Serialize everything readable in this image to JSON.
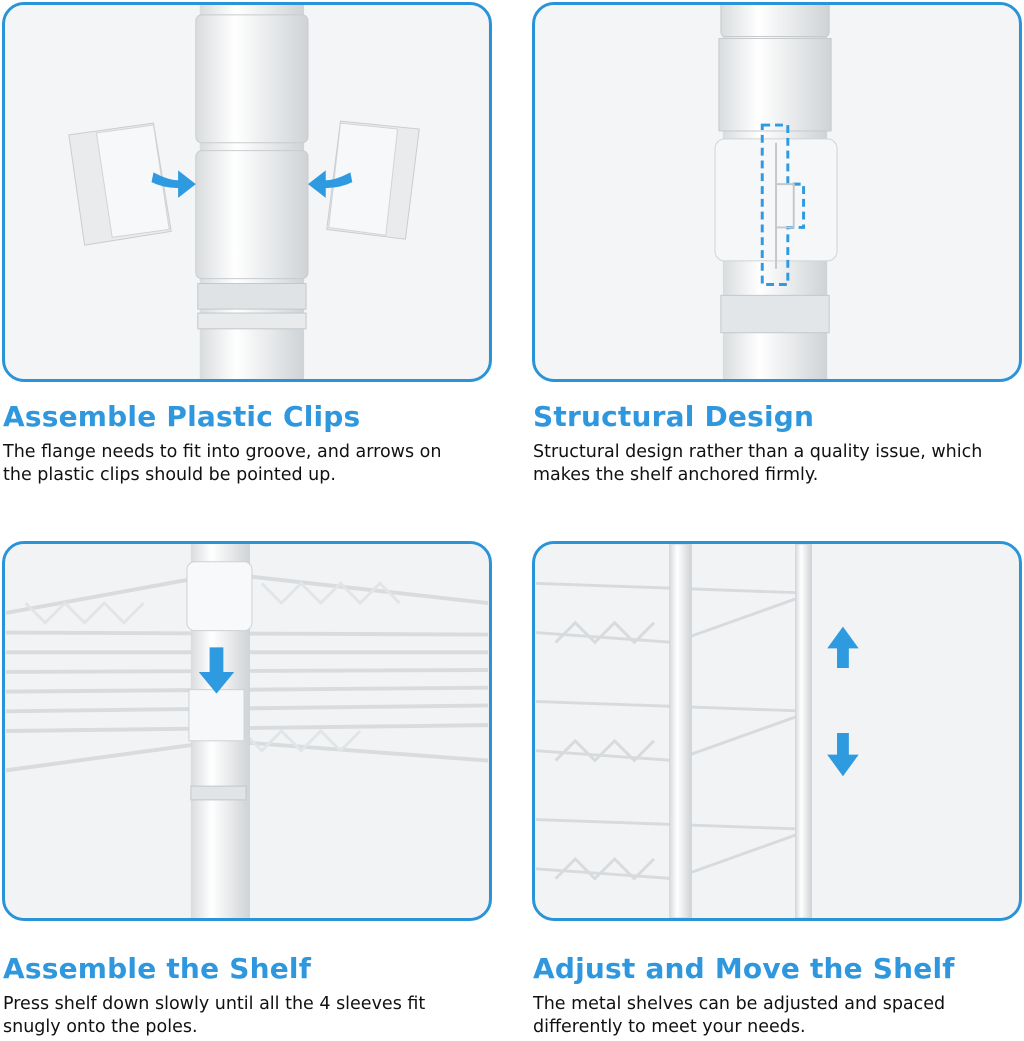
{
  "colors": {
    "accent": "#2a94d8",
    "title": "#2f97dd",
    "text": "#111111",
    "panel_bg": "#eef0f1"
  },
  "cards": [
    {
      "title": "Assemble Plastic Clips",
      "desc": "The flange needs to fit into groove, and arrows on the plastic clips should be pointed up.",
      "icon": "arrow-right-icon"
    },
    {
      "title": "Structural Design",
      "desc": "Structural design rather than a quality issue, which makes the shelf anchored firmly.",
      "icon": "dashed-outline-icon"
    },
    {
      "title": "Assemble the Shelf",
      "desc": "Press shelf down slowly until all the 4 sleeves fit snugly onto the poles.",
      "icon": "arrow-down-icon"
    },
    {
      "title": "Adjust and Move the Shelf",
      "desc": "The metal shelves can be adjusted and spaced differently to meet your needs.",
      "icon": "arrow-up-down-icon"
    }
  ]
}
